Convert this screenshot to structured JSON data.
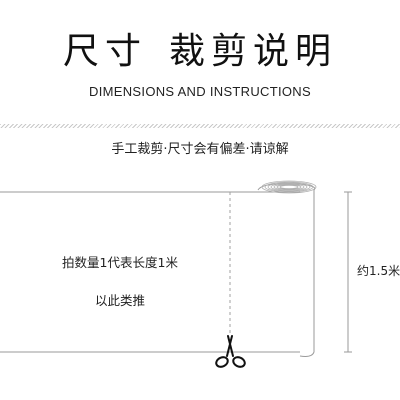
{
  "heading": {
    "left": "尺寸",
    "right": "裁剪说明"
  },
  "subheading": "DIMENSIONS AND INSTRUCTIONS",
  "note": "手工裁剪·尺寸会有偏差·请谅解",
  "roll": {
    "line1": "拍数量1代表长度1米",
    "line2": "以此类推"
  },
  "dimension_label": "约1.5米",
  "icons": {
    "cut": "scissors-icon"
  },
  "colors": {
    "line": "#9a9a9a",
    "text": "#222222"
  }
}
